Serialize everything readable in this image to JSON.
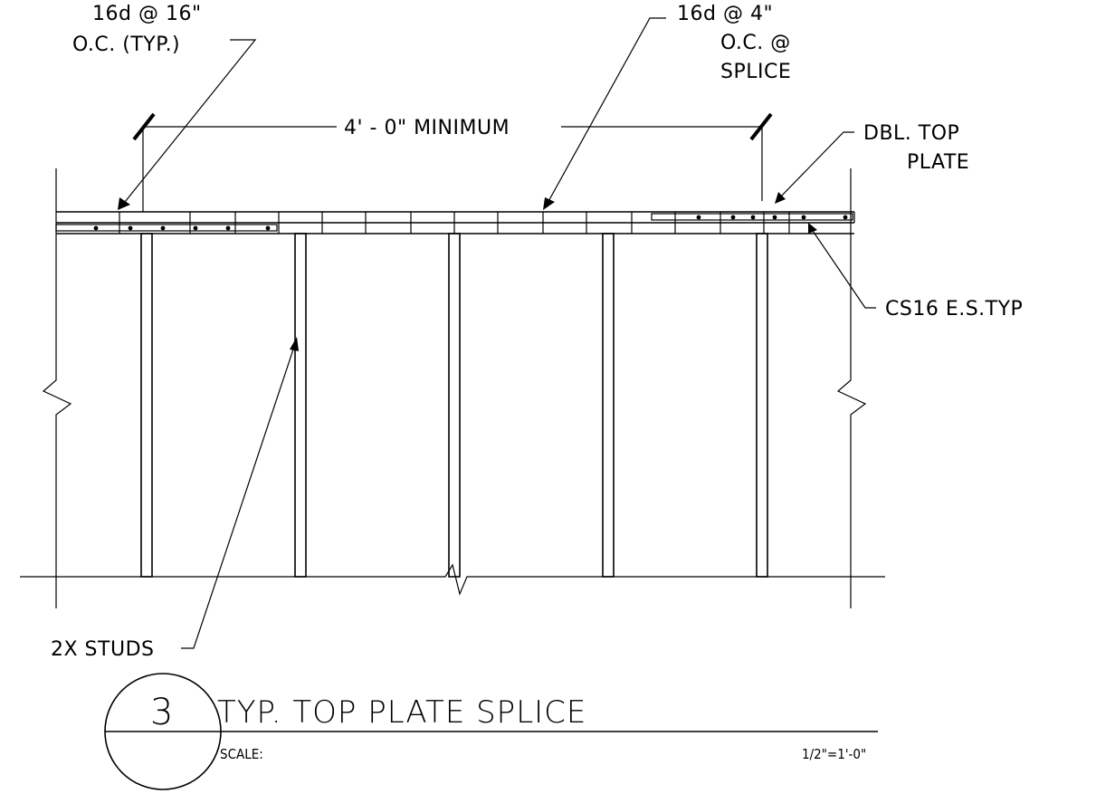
{
  "notes": {
    "nail_typ_line1": "16d @ 16\"",
    "nail_typ_line2": "O.C. (TYP.)",
    "nail_splice_line1": "16d @ 4\"",
    "nail_splice_line2": "O.C. @",
    "nail_splice_line3": "SPLICE",
    "dimension": "4' - 0\" MINIMUM",
    "top_plate_line1": "DBL. TOP",
    "top_plate_line2": "PLATE",
    "strap": "CS16 E.S.TYP",
    "studs": "2X STUDS"
  },
  "title_block": {
    "number": "3",
    "title": "TYP. TOP PLATE SPLICE",
    "scale_label": "SCALE:",
    "scale_value": "1/2\"=1'-0\""
  }
}
